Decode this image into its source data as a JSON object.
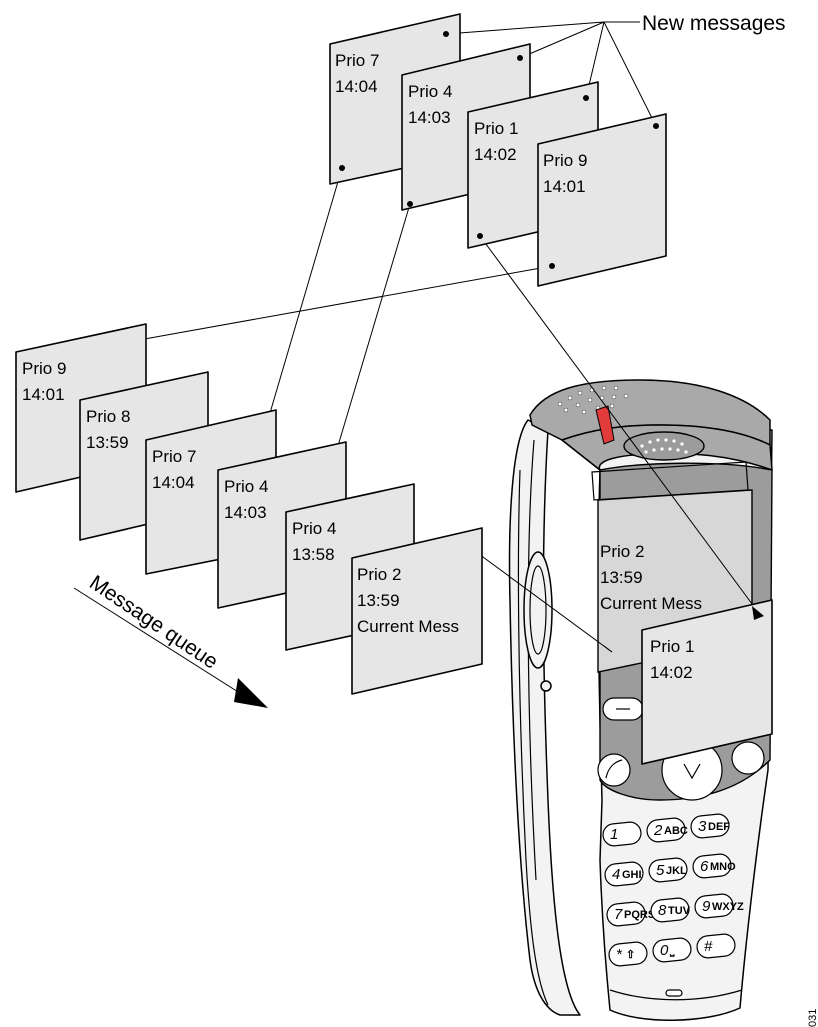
{
  "annotation": {
    "new_messages_label": "New messages",
    "queue_label": "Message queue",
    "figure_code": "031"
  },
  "new_messages": [
    {
      "prio": "Prio 7",
      "time": "14:04"
    },
    {
      "prio": "Prio 4",
      "time": "14:03"
    },
    {
      "prio": "Prio 1",
      "time": "14:02"
    },
    {
      "prio": "Prio 9",
      "time": "14:01"
    }
  ],
  "queue": [
    {
      "prio": "Prio 9",
      "time": "14:01"
    },
    {
      "prio": "Prio 8",
      "time": "13:59"
    },
    {
      "prio": "Prio 7",
      "time": "14:04"
    },
    {
      "prio": "Prio 4",
      "time": "14:03"
    },
    {
      "prio": "Prio 4",
      "time": "13:58"
    },
    {
      "prio": "Prio 2",
      "time": "13:59",
      "note": "Current Mess"
    }
  ],
  "phone": {
    "screen": {
      "prio": "Prio 2",
      "time": "13:59",
      "note": "Current Mess"
    },
    "incoming": {
      "prio": "Prio 1",
      "time": "14:02"
    },
    "keys": [
      {
        "num": "1",
        "sub": ""
      },
      {
        "num": "2",
        "sub": "ABC"
      },
      {
        "num": "3",
        "sub": "DEF"
      },
      {
        "num": "4",
        "sub": "GHI"
      },
      {
        "num": "5",
        "sub": "JKL"
      },
      {
        "num": "6",
        "sub": "MNO"
      },
      {
        "num": "7",
        "sub": "PQRS"
      },
      {
        "num": "8",
        "sub": "TUV"
      },
      {
        "num": "9",
        "sub": "WXYZ"
      },
      {
        "num": "*",
        "sub": "⇧"
      },
      {
        "num": "0",
        "sub": "⎵"
      },
      {
        "num": "#",
        "sub": ""
      }
    ]
  }
}
